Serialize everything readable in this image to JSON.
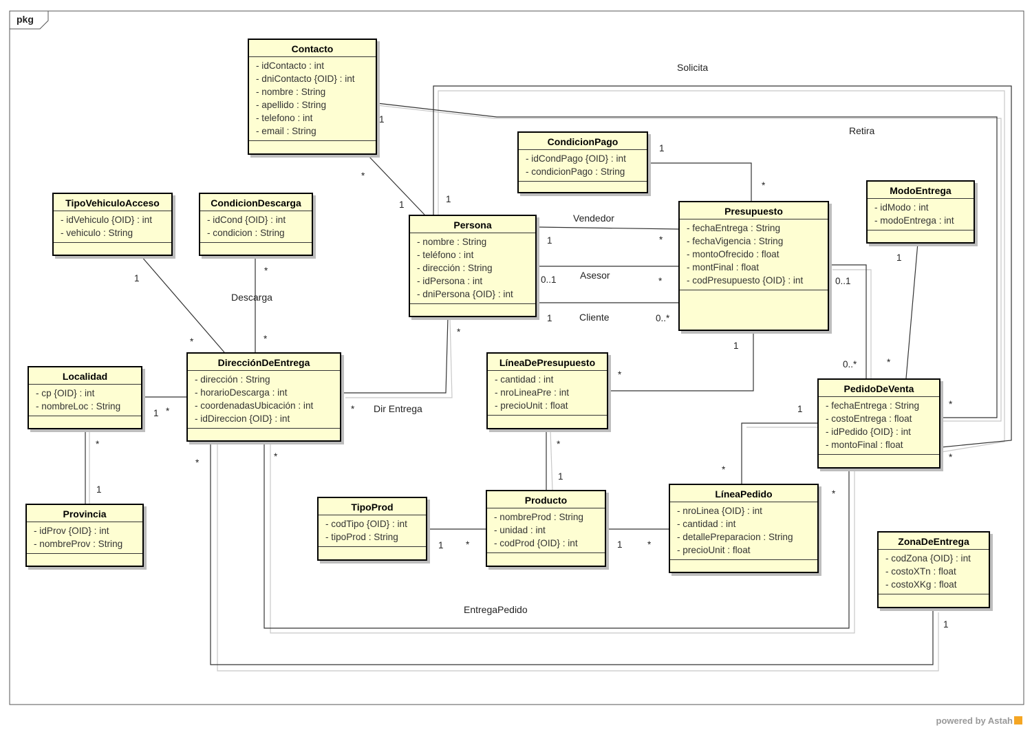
{
  "frame": {
    "label": "pkg"
  },
  "classes": {
    "contacto": {
      "name": "Contacto",
      "attrs": [
        "- idContacto : int",
        "- dniContacto {OID} : int",
        "- nombre : String",
        "- apellido : String",
        "- telefono : int",
        "- email : String"
      ]
    },
    "condicionpago": {
      "name": "CondicionPago",
      "attrs": [
        "- idCondPago {OID} : int",
        "- condicionPago : String"
      ]
    },
    "tipovehiculo": {
      "name": "TipoVehiculoAcceso",
      "attrs": [
        "- idVehiculo {OID} : int",
        "- vehiculo : String"
      ]
    },
    "condiciondescarga": {
      "name": "CondicionDescarga",
      "attrs": [
        "- idCond {OID} : int",
        "- condicion : String"
      ]
    },
    "persona": {
      "name": "Persona",
      "attrs": [
        "- nombre : String",
        "- teléfono : int",
        "- dirección : String",
        "- idPersona : int",
        "- dniPersona {OID} : int"
      ]
    },
    "presupuesto": {
      "name": "Presupuesto",
      "attrs": [
        "- fechaEntrega : String",
        "- fechaVigencia : String",
        "- montoOfrecido : float",
        "- montFinal : float",
        "- codPresupuesto {OID} : int"
      ]
    },
    "modoentrega": {
      "name": "ModoEntrega",
      "attrs": [
        "- idModo : int",
        "- modoEntrega : int"
      ]
    },
    "localidad": {
      "name": "Localidad",
      "attrs": [
        "- cp {OID} : int",
        "- nombreLoc : String"
      ]
    },
    "direccion": {
      "name": "DirecciónDeEntrega",
      "attrs": [
        "- dirección : String",
        "- horarioDescarga : int",
        "- coordenadasUbicación : int",
        "- idDireccion {OID} : int"
      ]
    },
    "lineapresupuesto": {
      "name": "LíneaDePresupuesto",
      "attrs": [
        "- cantidad : int",
        "- nroLineaPre : int",
        "- precioUnit : float"
      ]
    },
    "pedidoventa": {
      "name": "PedidoDeVenta",
      "attrs": [
        "- fechaEntrega : String",
        "- costoEntrega : float",
        "- idPedido {OID} : int",
        "- montoFinal : float"
      ]
    },
    "provincia": {
      "name": "Provincia",
      "attrs": [
        "- idProv {OID} : int",
        "- nombreProv : String"
      ]
    },
    "tipoprod": {
      "name": "TipoProd",
      "attrs": [
        "- codTipo {OID} : int",
        "- tipoProd : String"
      ]
    },
    "producto": {
      "name": "Producto",
      "attrs": [
        "- nombreProd : String",
        "- unidad : int",
        "- codProd {OID} : int"
      ]
    },
    "lineapedido": {
      "name": "LíneaPedido",
      "attrs": [
        "- nroLinea {OID} : int",
        "- cantidad : int",
        "- detallePreparacion : String",
        "- precioUnit : float"
      ]
    },
    "zonaentrega": {
      "name": "ZonaDeEntrega",
      "attrs": [
        "- codZona {OID} : int",
        "- costoXTn : float",
        "- costoXKg : float"
      ]
    }
  },
  "association_names": {
    "solicita": "Solicita",
    "retira": "Retira",
    "vendedor": "Vendedor",
    "asesor": "Asesor",
    "cliente": "Cliente",
    "descarga": "Descarga",
    "dir_entrega": "Dir Entrega",
    "entrega_pedido": "EntregaPedido"
  },
  "multiplicities": {
    "contacto_persona_a": "1",
    "contacto_persona_b": "*",
    "persona_contacto": "1",
    "persona_solicita": "1",
    "condpago_1": "1",
    "condpago_many": "*",
    "vendedor_1": "1",
    "vendedor_many": "*",
    "asesor_01": "0..1",
    "asesor_many": "*",
    "cliente_1": "1",
    "cliente_0many": "0..*",
    "presup_pedido_01": "0..1",
    "pedido_presup_0many": "0..*",
    "presup_linea_1": "1",
    "linea_presup_many": "*",
    "modo_1": "1",
    "modo_many": "*",
    "tipoveh_1": "1",
    "tipoveh_many": "*",
    "conddesc_many_top": "*",
    "conddesc_many_bottom": "*",
    "persona_dir_many": "*",
    "dir_persona_many": "*",
    "loc_dir_1": "1",
    "loc_dir_many": "*",
    "loc_prov_many": "*",
    "prov_1": "1",
    "dir_entregapedido_many": "*",
    "dir_zona_many": "*",
    "lineapre_prod_many": "*",
    "prod_lineapre_1": "1",
    "tipoprod_1": "1",
    "tipoprod_many": "*",
    "prod_lineaped_1": "1",
    "prod_lineaped_many": "*",
    "pedido_linea_1": "1",
    "linea_pedido_many": "*",
    "pedido_solicita_many": "*",
    "pedido_retira_many": "*",
    "pedido_entrega_many": "*",
    "zona_1": "1"
  },
  "watermark": "powered by Astah",
  "colors": {
    "class_fill": "#fefed2",
    "class_border": "#000000",
    "line": "#333333",
    "line_shadow": "#c8c8c8"
  }
}
